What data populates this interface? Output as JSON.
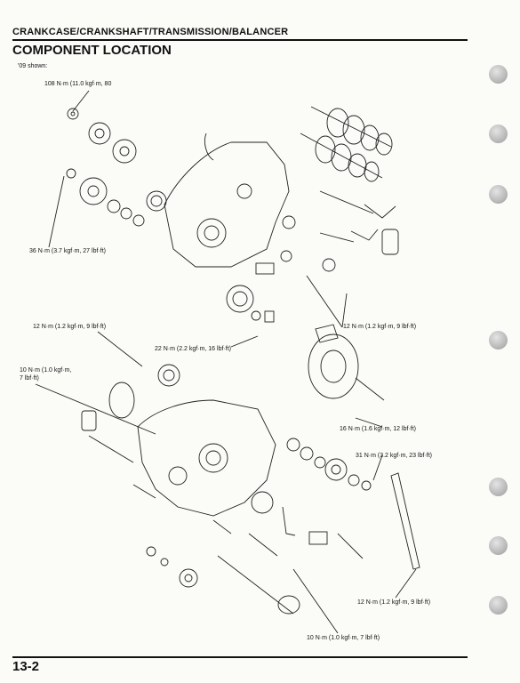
{
  "header": {
    "section": "CRANKCASE/CRANKSHAFT/TRANSMISSION/BALANCER",
    "title": "COMPONENT LOCATION",
    "note": "'09 shown:"
  },
  "torque_labels": [
    "108 N·m (11.0 kgf·m, 80",
    "36 N·m (3.7 kgf·m, 27 lbf·ft)",
    "12 N·m (1.2 kgf·m, 9 lbf·ft)",
    "22 N·m (2.2 kgf·m, 16 lbf·ft)",
    "12 N·m (1.2 kgf·m, 9 lbf·ft)",
    "10 N·m (1.0 kgf·m,",
    "7 lbf·ft)",
    "16 N·m (1.6 kgf·m, 12 lbf·ft)",
    "31 N·m (3.2 kgf·m, 23 lbf·ft)",
    "12 N·m (1.2 kgf·m, 9 lbf·ft)",
    "10 N·m (1.0 kgf·m, 7 lbf·ft)"
  ],
  "footer": {
    "page_number": "13-2"
  }
}
